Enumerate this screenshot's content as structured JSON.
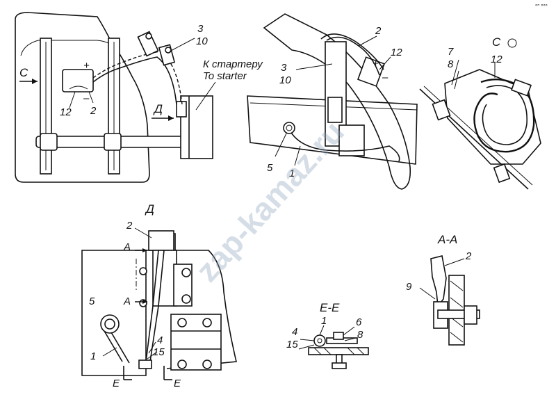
{
  "views": {
    "main_left": {
      "labels": [
        "3",
        "10",
        "12",
        "2",
        "+",
        "–"
      ],
      "arrow_c": "C",
      "arrow_d": "Д",
      "starter_ru": "К стартеру",
      "starter_en": "To starter"
    },
    "main_right": {
      "labels": [
        "2",
        "12",
        "3",
        "10",
        "5",
        "1",
        "+",
        "–"
      ]
    },
    "view_c": {
      "title": "C",
      "labels": [
        "7",
        "8",
        "12"
      ]
    },
    "view_d": {
      "title": "Д",
      "labels": [
        "2",
        "A",
        "A",
        "5",
        "1",
        "4",
        "15",
        "E",
        "E"
      ]
    },
    "section_ee": {
      "title": "E-E",
      "labels": [
        "1",
        "4",
        "15",
        "6",
        "8"
      ]
    },
    "section_aa": {
      "title": "A-A",
      "labels": [
        "2",
        "9"
      ]
    }
  },
  "watermark": "zap-kamaz.ru",
  "corner_mark": "°″ °°°"
}
